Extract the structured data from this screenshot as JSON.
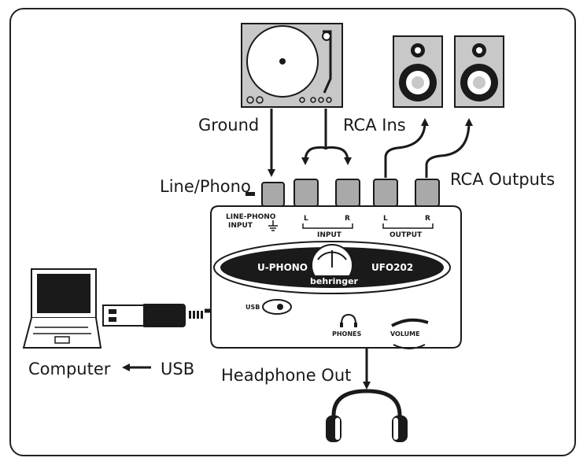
{
  "labels": {
    "ground": "Ground",
    "rca_ins": "RCA Ins",
    "line_phono": "Line/Phono",
    "rca_outputs": "RCA Outputs",
    "computer": "Computer",
    "usb": "USB",
    "headphone_out": "Headphone Out"
  },
  "device": {
    "line_phono_input_line1": "LINE-PHONO",
    "line_phono_input_line2": "INPUT",
    "input_l": "L",
    "input_r": "R",
    "input_label": "INPUT",
    "output_l": "L",
    "output_r": "R",
    "output_label": "OUTPUT",
    "model_left": "U-PHONO",
    "model_right": "UFO202",
    "brand": "behringer",
    "usb_port_label": "USB",
    "phones_label": "PHONES",
    "volume_label": "VOLUME"
  },
  "colors": {
    "line": "#1a1a1a",
    "gray": "#bdbdbd",
    "connector": "#a9a9a9",
    "device_body": "#ffffff"
  }
}
